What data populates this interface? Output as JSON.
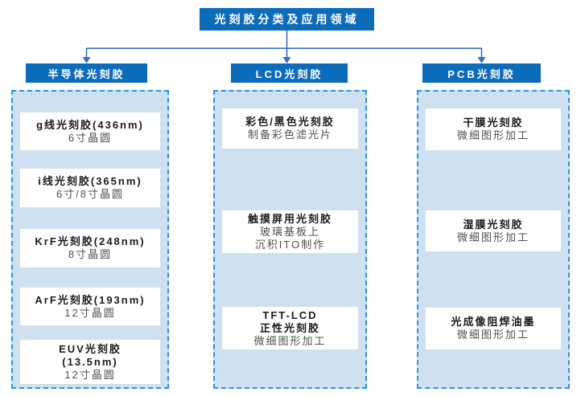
{
  "title": "光刻胶分类及应用领域",
  "colors": {
    "node_blue": "#0d6cba",
    "connector_blue": "#3a70bd",
    "dashed_border_blue": "#2a94d8",
    "panel_fill": "#cfe1f1",
    "card_fill": "#ffffff",
    "card_title_color": "#1b1b1b",
    "card_subtitle_color": "#4f4f4f"
  },
  "columns": [
    {
      "header": "半导体光刻胶",
      "items": [
        {
          "title_lines": [
            "g线光刻胶(436nm)"
          ],
          "sub_lines": [
            "6寸晶圆"
          ]
        },
        {
          "title_lines": [
            "i线光刻胶(365nm)"
          ],
          "sub_lines": [
            "6寸/8寸晶圆"
          ]
        },
        {
          "title_lines": [
            "KrF光刻胶(248nm)"
          ],
          "sub_lines": [
            "8寸晶圆"
          ]
        },
        {
          "title_lines": [
            "ArF光刻胶(193nm)"
          ],
          "sub_lines": [
            "12寸晶圆"
          ]
        },
        {
          "title_lines": [
            "EUV光刻胶",
            "(13.5nm)"
          ],
          "sub_lines": [
            "12寸晶圆"
          ]
        }
      ]
    },
    {
      "header": "LCD光刻胶",
      "items": [
        {
          "title_lines": [
            "彩色/黑色光刻胶"
          ],
          "sub_lines": [
            "制备彩色滤光片"
          ]
        },
        {
          "title_lines": [
            "触摸屏用光刻胶"
          ],
          "sub_lines": [
            "玻璃基板上",
            "沉积ITO制作"
          ]
        },
        {
          "title_lines": [
            "TFT-LCD",
            "正性光刻胶"
          ],
          "sub_lines": [
            "微细图形加工"
          ]
        }
      ]
    },
    {
      "header": "PCB光刻胶",
      "items": [
        {
          "title_lines": [
            "干膜光刻胶"
          ],
          "sub_lines": [
            "微细图形加工"
          ]
        },
        {
          "title_lines": [
            "湿膜光刻胶"
          ],
          "sub_lines": [
            "微细图形加工"
          ]
        },
        {
          "title_lines": [
            "光成像阻焊油墨"
          ],
          "sub_lines": [
            "微细图形加工"
          ]
        }
      ]
    }
  ]
}
